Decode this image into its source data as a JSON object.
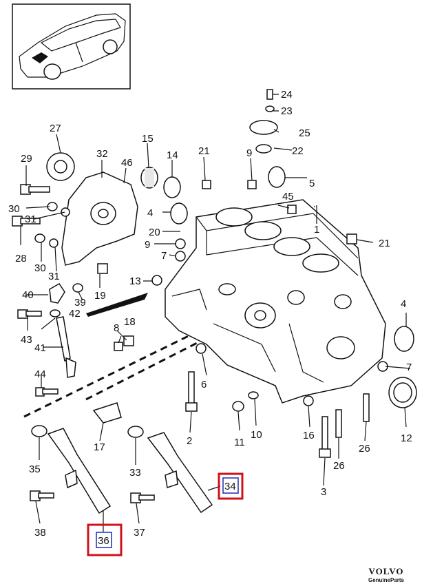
{
  "labels": {
    "l1": "1",
    "l2": "2",
    "l3": "3",
    "l4a": "4",
    "l4b": "4",
    "l5": "5",
    "l6": "6",
    "l7a": "7",
    "l7b": "7",
    "l8": "8",
    "l9a": "9",
    "l9b": "9",
    "l10": "10",
    "l11": "11",
    "l12": "12",
    "l13": "13",
    "l14": "14",
    "l15": "15",
    "l16": "16",
    "l17": "17",
    "l18": "18",
    "l19": "19",
    "l20": "20",
    "l21a": "21",
    "l21b": "21",
    "l22": "22",
    "l23": "23",
    "l24": "24",
    "l25": "25",
    "l26a": "26",
    "l26b": "26",
    "l27": "27",
    "l28": "28",
    "l29": "29",
    "l30a": "30",
    "l30b": "30",
    "l31a": "31",
    "l31b": "31",
    "l32": "32",
    "l33": "33",
    "l34": "34",
    "l35": "35",
    "l36": "36",
    "l37": "37",
    "l38": "38",
    "l39": "39",
    "l40": "40",
    "l41": "41",
    "l42": "42",
    "l43": "43",
    "l44": "44",
    "l45": "45",
    "l46": "46"
  },
  "brand": {
    "name": "VOLVO",
    "tagline": "GenuineParts"
  },
  "highlight": {
    "box_color": "#d0101a",
    "inner_color": "#1a2fb0"
  }
}
